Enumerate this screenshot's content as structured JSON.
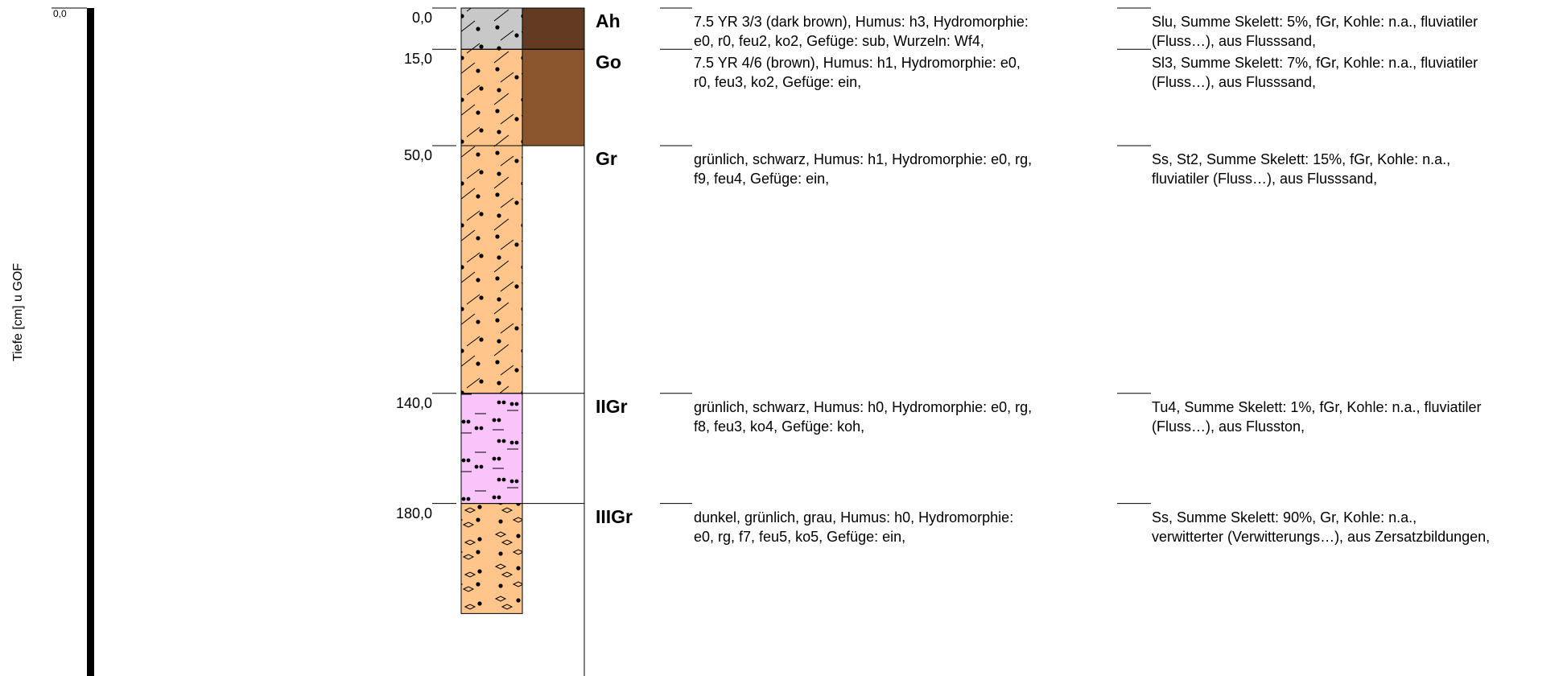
{
  "axis": {
    "label": "Tiefe [cm] u GOF",
    "top_value": "0,0"
  },
  "colors": {
    "loam_sand": "#FFC58A",
    "humus_grey": "#C8C8C8",
    "silt_clay": "#F9C4F9"
  },
  "layers": [
    {
      "depth": "0,0",
      "top_cm": 0,
      "bottom_cm": 15,
      "name": "Ah",
      "pattern": "dot-slash",
      "fill": "#C8C8C8",
      "soil_color": "#633B22",
      "description": "7.5 YR 3/3 (dark brown), Humus: h3, Hydromorphie:\ne0, r0, feu2, ko2, Gefüge: sub, Wurzeln: Wf4,",
      "texture": "Slu, Summe Skelett: 5%, fGr, Kohle: n.a., fluviatiler\n(Fluss…), aus Flusssand,"
    },
    {
      "depth": "15,0",
      "top_cm": 15,
      "bottom_cm": 50,
      "name": "Go",
      "pattern": "dot-slash",
      "fill": "#FFC58A",
      "soil_color": "#8A552C",
      "description": "7.5 YR 4/6 (brown), Humus: h1, Hydromorphie: e0,\nr0, feu3, ko2, Gefüge: ein,",
      "texture": "Sl3, Summe Skelett: 7%, fGr, Kohle: n.a., fluviatiler\n(Fluss…), aus Flusssand,"
    },
    {
      "depth": "50,0",
      "top_cm": 50,
      "bottom_cm": 140,
      "name": "Gr",
      "pattern": "dot-slash",
      "fill": "#FFC58A",
      "soil_color": "",
      "description": "grünlich, schwarz, Humus: h1, Hydromorphie: e0, rg,\nf9, feu4, Gefüge: ein,",
      "texture": "Ss, St2, Summe Skelett: 15%, fGr, Kohle: n.a.,\nfluviatiler (Fluss…), aus Flusssand,"
    },
    {
      "depth": "140,0",
      "top_cm": 140,
      "bottom_cm": 180,
      "name": "IIGr",
      "pattern": "dash-dots",
      "fill": "#F9C4F9",
      "soil_color": "",
      "description": "grünlich, schwarz, Humus: h0, Hydromorphie: e0, rg,\nf8, feu3, ko4, Gefüge: koh,",
      "texture": "Tu4, Summe Skelett: 1%, fGr, Kohle: n.a., fluviatiler\n(Fluss…), aus Flusston,"
    },
    {
      "depth": "180,0",
      "top_cm": 180,
      "bottom_cm": 220,
      "name": "IIIGr",
      "pattern": "dot-gravel",
      "fill": "#FFC58A",
      "soil_color": "",
      "description": "dunkel, grünlich, grau, Humus: h0, Hydromorphie:\ne0, rg, f7, feu5, ko5, Gefüge: ein,",
      "texture": "Ss, Summe Skelett: 90%, Gr, Kohle: n.a.,\nverwitterter (Verwitterungs…), aus Zersatzbildungen,"
    }
  ]
}
